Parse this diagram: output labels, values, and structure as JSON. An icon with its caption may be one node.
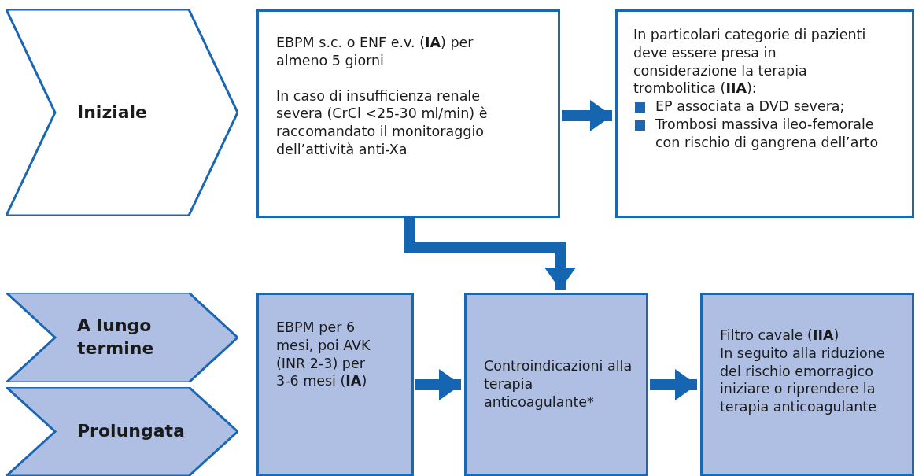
{
  "diagram": {
    "nodes": [
      {
        "text": [
          "Iniziale"
        ]
      },
      {
        "text": [
          "EBPM s.c. o ENF e.v. (**IA**) per almeno 5 giorni",
          "In caso di insufficienza renale severa (CrCl <25-30 ml/min) è raccomandato il monitoraggio dell’attività anti-Xa"
        ]
      },
      {
        "text": [
          "In particolari categorie di pazienti deve essere presa in considerazione la terapia trombolitica (**IIA**):",
          "EP associata a DVD severa;",
          "Trombosi massiva ileo-femorale con rischio di gangrena dell’arto"
        ]
      },
      {
        "text": [
          "A lungo termine"
        ]
      },
      {
        "text": [
          "Prolungata"
        ]
      },
      {
        "text": [
          "EBPM per 6 mesi, poi AVK (INR 2-3) per 3-6 mesi (**IA**)"
        ]
      },
      {
        "text": [
          "Controindicazioni alla terapia anticoagulante*"
        ]
      },
      {
        "text": [
          "Filtro cavale (**IIA**)",
          "In seguito alla riduzione del rischio emorragico iniziare o riprendere la terapia anticoagulante"
        ]
      }
    ],
    "edges": [
      {
        "from": 1,
        "to": 2,
        "arrow": "to"
      },
      {
        "from": 1,
        "to": 6,
        "arrow": "to"
      },
      {
        "from": 5,
        "to": 6,
        "arrow": "to"
      },
      {
        "from": 6,
        "to": 7,
        "arrow": "to"
      }
    ]
  }
}
